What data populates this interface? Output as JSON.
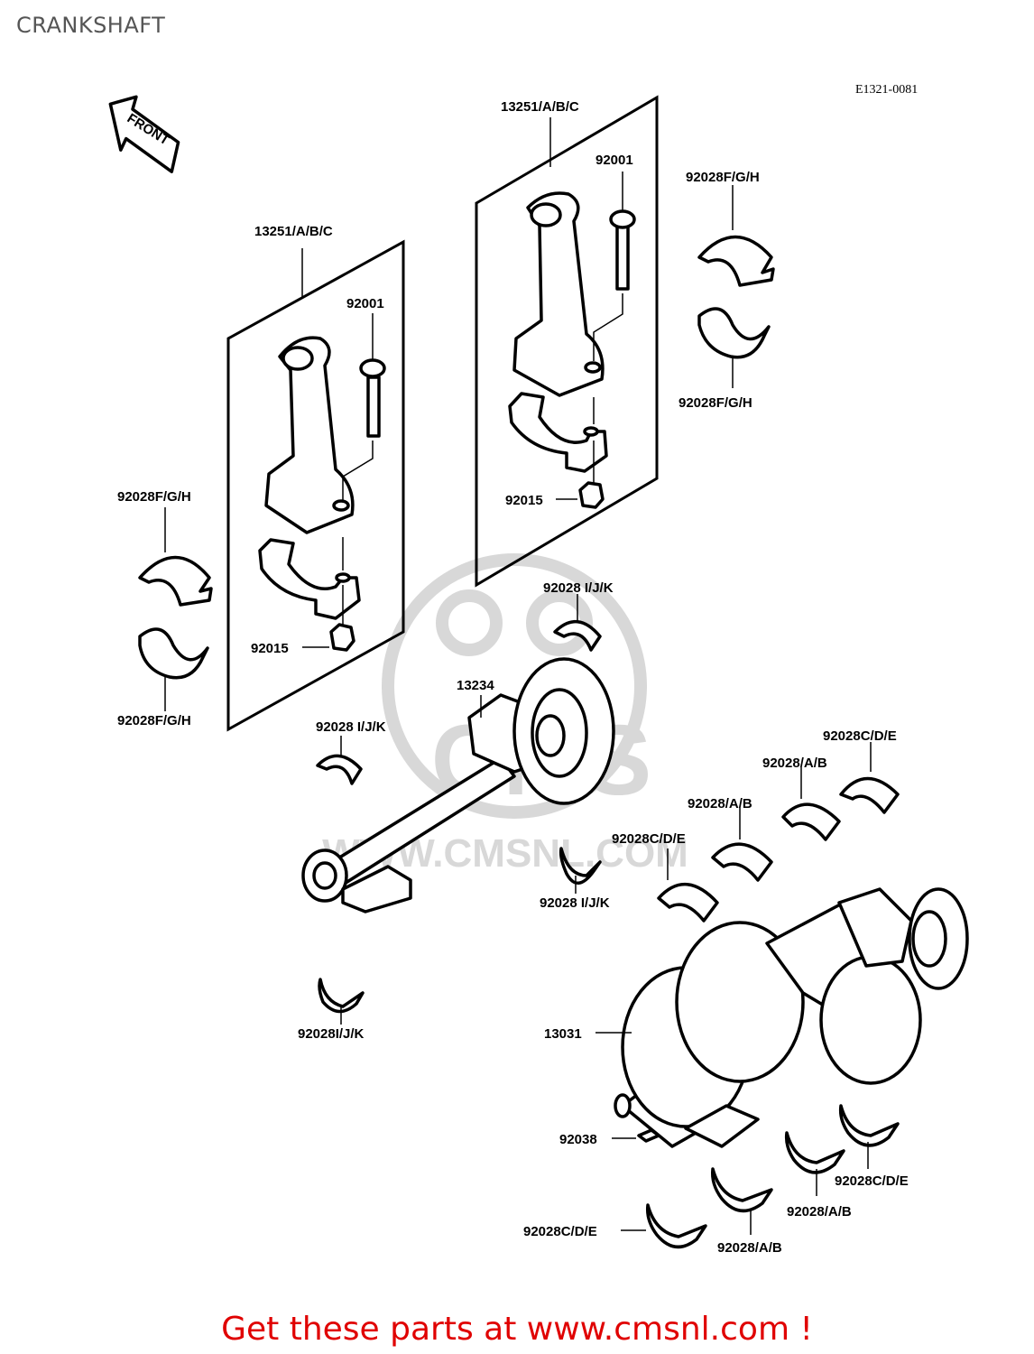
{
  "page": {
    "title": "CRANKSHAFT"
  },
  "diagram": {
    "reference": "E1321-0081",
    "front_label": "FRONT",
    "labels": {
      "conrod_left": "13251/A/B/C",
      "conrod_right": "13251/A/B/C",
      "bolt_left": "92001",
      "bolt_right": "92001",
      "nut_left": "92015",
      "nut_right": "92015",
      "bearing_rod_left_top": "92028F/G/H",
      "bearing_rod_left_bottom": "92028F/G/H",
      "bearing_rod_right_top": "92028F/G/H",
      "bearing_rod_right_bottom": "92028F/G/H",
      "bearing_ijk_1": "92028 I/J/K",
      "bearing_ijk_2": "92028 I/J/K",
      "bearing_ijk_3": "92028 I/J/K",
      "bearing_ijk_4": "92028I/J/K",
      "balancer": "13234",
      "crankshaft": "13031",
      "key": "92038",
      "bearing_ab_1": "92028/A/B",
      "bearing_ab_2": "92028/A/B",
      "bearing_ab_3": "92028/A/B",
      "bearing_ab_4": "92028/A/B",
      "bearing_cde_1": "92028C/D/E",
      "bearing_cde_2": "92028C/D/E",
      "bearing_cde_3": "92028C/D/E",
      "bearing_cde_4": "92028C/D/E"
    },
    "watermark": {
      "text": "CMS",
      "url": "WWW.CMSNL.COM"
    }
  },
  "cta": {
    "text": "Get these parts at www.cmsnl.com !"
  },
  "colors": {
    "cta": "#e00000",
    "title": "#555555",
    "watermark": "#d8d8d8"
  },
  "icons": [
    "front-arrow-icon"
  ]
}
